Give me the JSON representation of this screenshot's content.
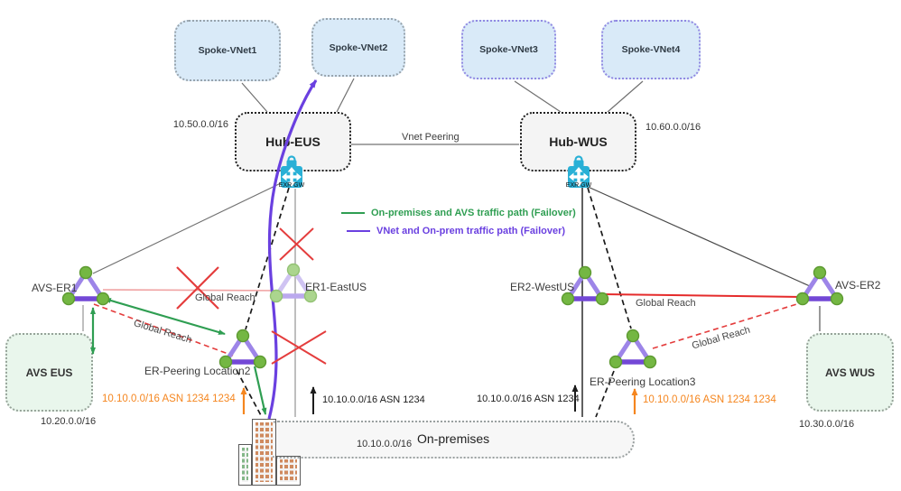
{
  "colors": {
    "green": "#2f9e52",
    "purple": "#6a40e0",
    "orange": "#f5861f",
    "red": "#e43d3d",
    "light_red": "#f0a3a3",
    "teal": "#29b0d6",
    "spoke_blue": "#d9eaf8",
    "avs_green": "#e9f6ec"
  },
  "spokes": [
    {
      "label": "Spoke-VNet1"
    },
    {
      "label": "Spoke-VNet2"
    },
    {
      "label": "Spoke-VNet3"
    },
    {
      "label": "Spoke-VNet4"
    }
  ],
  "hubs": {
    "eus": {
      "label": "Hub-EUS",
      "cidr": "10.50.0.0/16",
      "gw_label": "EXR GW"
    },
    "wus": {
      "label": "Hub-WUS",
      "cidr": "10.60.0.0/16",
      "gw_label": "EXR GW"
    },
    "peering_label": "Vnet Peering"
  },
  "legend": {
    "items": [
      {
        "label": "On-premises and AVS traffic path (Failover)",
        "color": "#2f9e52"
      },
      {
        "label": "VNet and On-prem traffic path (Failover)",
        "color": "#6a40e0"
      }
    ]
  },
  "nodes": {
    "avs_er1": "AVS-ER1",
    "er1_eastus": "ER1-EastUS",
    "erpl2": "ER-Peering Location2",
    "er2_westus": "ER2-WestUS",
    "erpl3": "ER-Peering Location3",
    "avs_er2": "AVS-ER2"
  },
  "labels": {
    "global_reach": "Global Reach"
  },
  "sites": {
    "avs_eus": {
      "label": "AVS EUS",
      "cidr": "10.20.0.0/16"
    },
    "avs_wus": {
      "label": "AVS WUS",
      "cidr": "10.30.0.0/16"
    }
  },
  "onprem": {
    "label": "On-premises",
    "cidr": "10.10.0.0/16"
  },
  "routes": {
    "orange_left": "10.10.0.0/16 ASN 1234 1234",
    "black_left": "10.10.0.0/16 ASN 1234",
    "black_right": "10.10.0.0/16 ASN 1234",
    "orange_right": "10.10.0.0/16 ASN 1234 1234"
  }
}
